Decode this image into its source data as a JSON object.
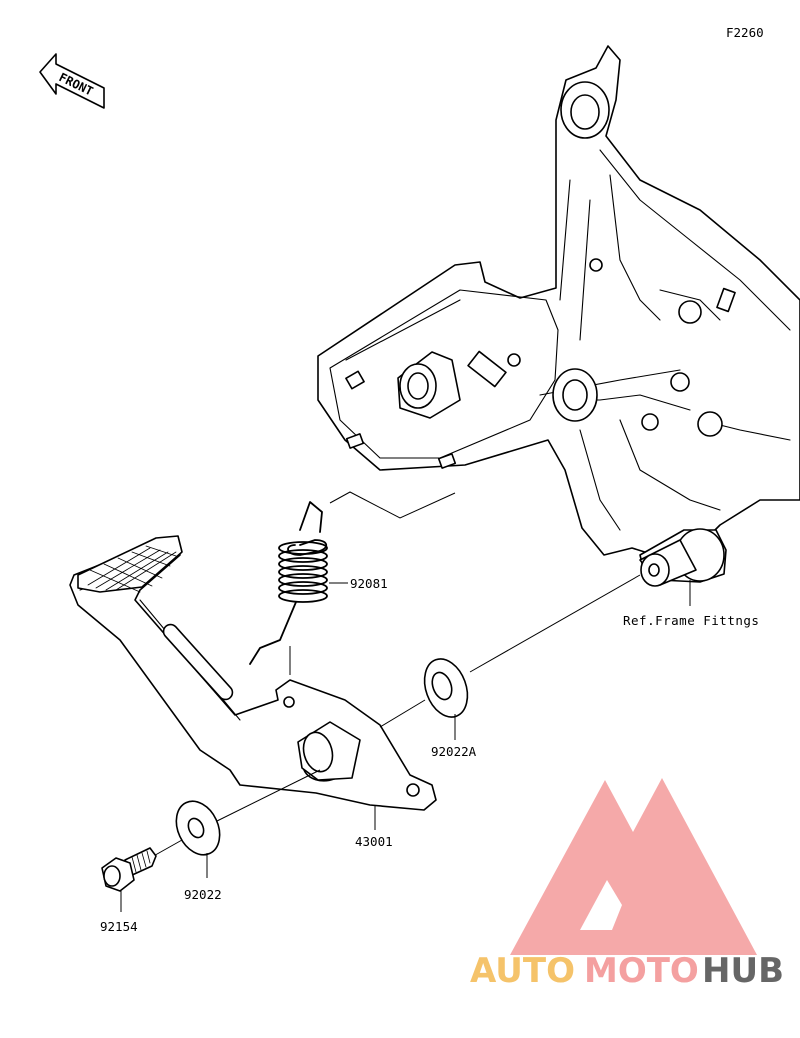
{
  "diagram_code": "F2260",
  "front_indicator": "FRONT",
  "reference_note": "Ref.Frame Fittngs",
  "parts": [
    {
      "id": "92081"
    },
    {
      "id": "92022A"
    },
    {
      "id": "43001"
    },
    {
      "id": "92022"
    },
    {
      "id": "92154"
    }
  ],
  "watermark": {
    "text_part_1": "AUTO",
    "text_part_2": "MOTO",
    "text_part_3": "HUB",
    "color_1": "#f5c36a",
    "color_2": "#f4a0a0",
    "color_3": "#666666"
  }
}
